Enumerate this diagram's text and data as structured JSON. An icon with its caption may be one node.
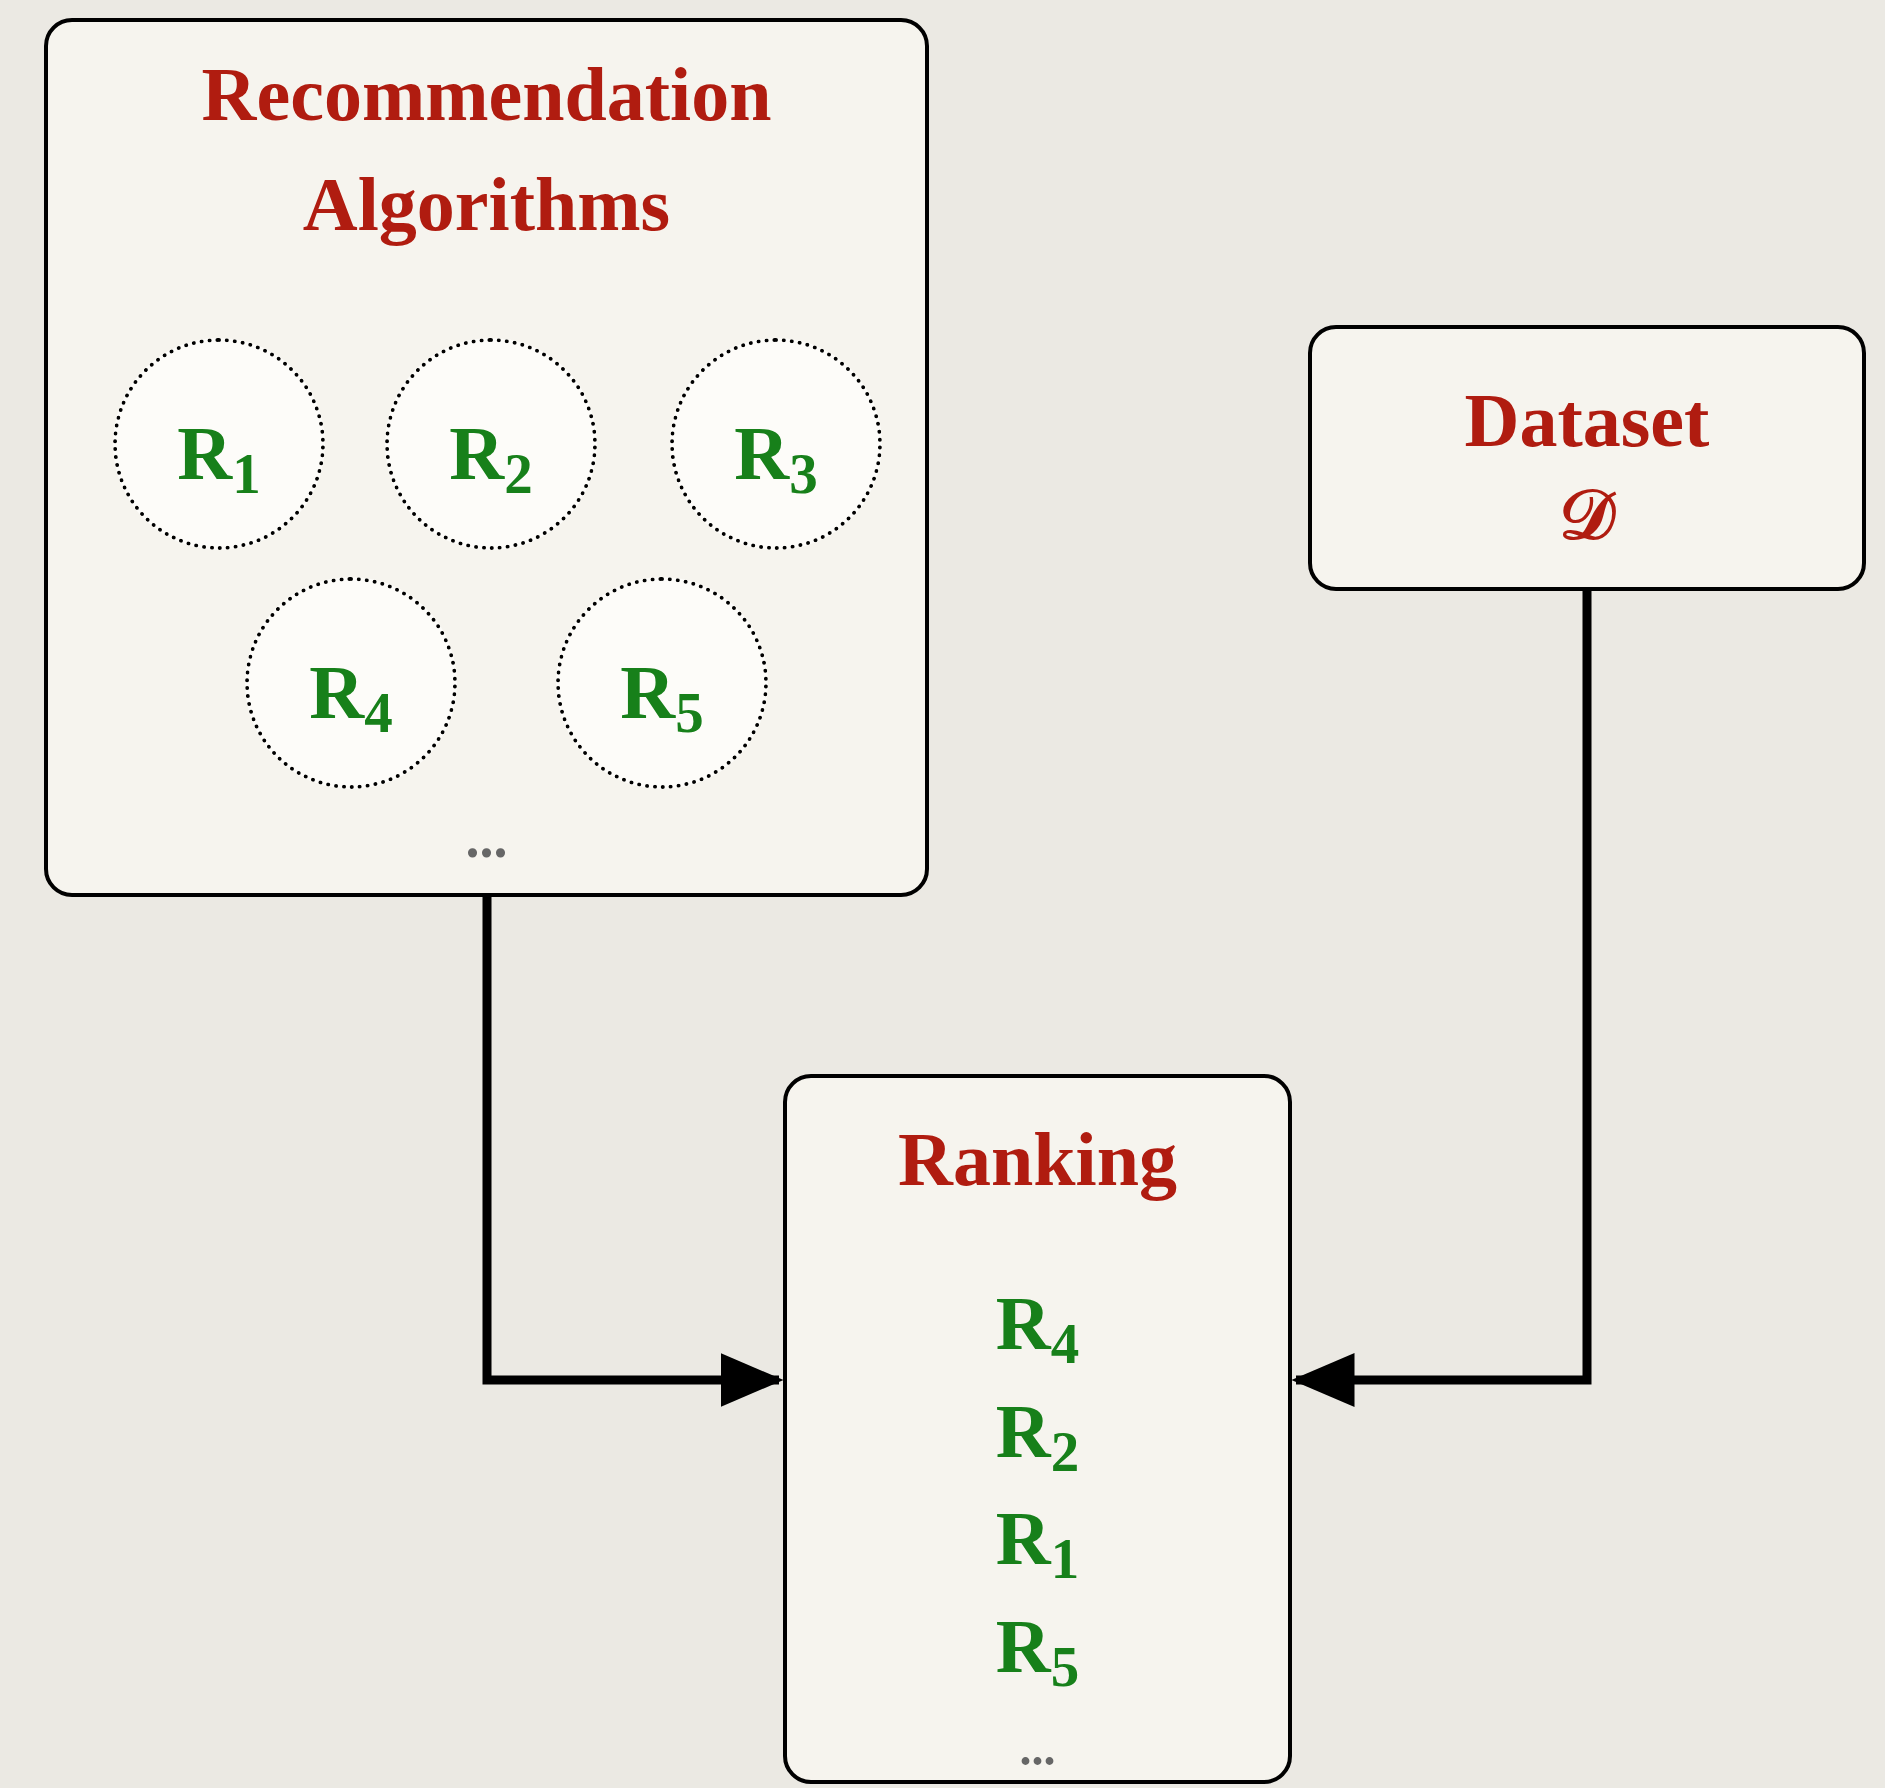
{
  "diagram": {
    "nodes": [
      {
        "text": [
          "Recommendation Algorithms",
          "..."
        ]
      },
      {
        "text": [
          "R$_{1}$"
        ],
        "in": 0
      },
      {
        "text": [
          "R$_{2}$"
        ],
        "in": 0
      },
      {
        "text": [
          "R$_{3}$"
        ],
        "in": 0
      },
      {
        "text": [
          "R$_{4}$"
        ],
        "in": 0
      },
      {
        "text": [
          "R$_{5}$"
        ],
        "in": 0
      },
      {
        "text": [
          "Dataset",
          "𝒟"
        ]
      },
      {
        "text": [
          "Ranking",
          "R$_{4}$",
          "R$_{2}$",
          "R$_{1}$",
          "R$_{5}$",
          "..."
        ]
      }
    ],
    "edges": [
      {
        "from": 0,
        "to": 7,
        "arrow": "to"
      },
      {
        "from": 6,
        "to": 7,
        "arrow": "to"
      }
    ]
  }
}
